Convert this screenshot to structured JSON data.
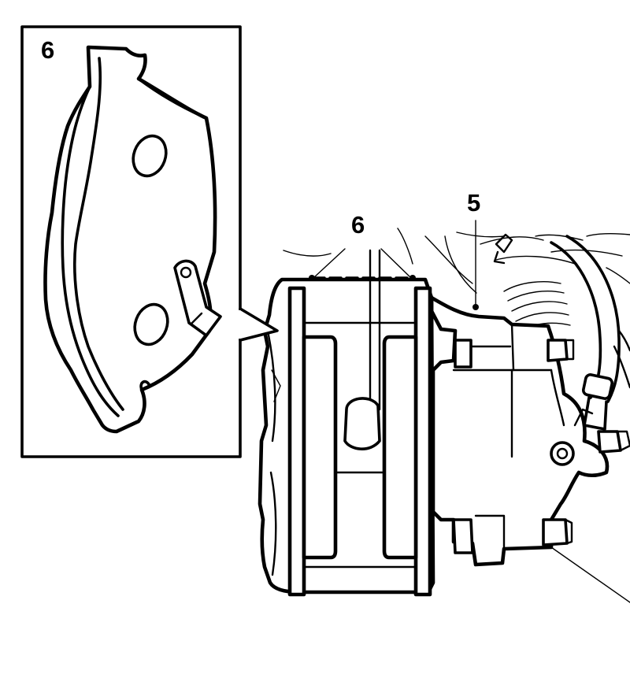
{
  "callouts": {
    "inset_pad": "6",
    "pads": "6",
    "caliper": "5"
  }
}
